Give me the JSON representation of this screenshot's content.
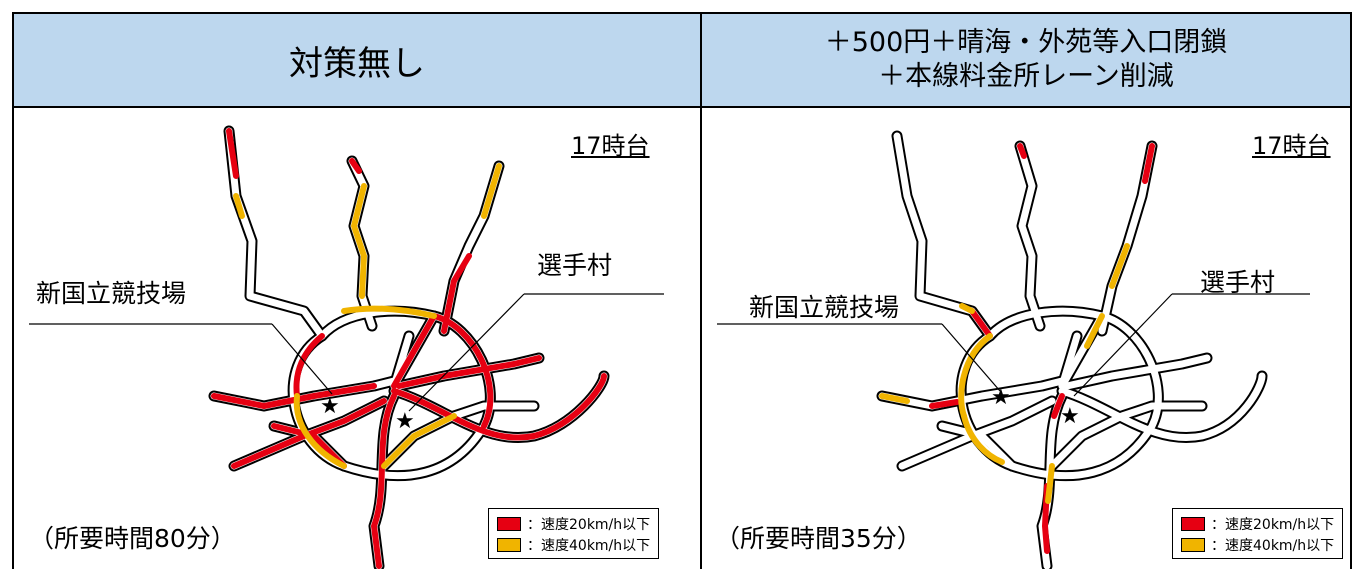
{
  "colors": {
    "header_bg": "#bdd7ee",
    "congested_red": "#e60012",
    "congested_yellow": "#f0b400"
  },
  "left": {
    "header": "対策無し",
    "time_label": "17時台",
    "venue_label": "新国立競技場",
    "village_label": "選手村",
    "required_time": "（所要時間80分）"
  },
  "right": {
    "header_line1": "＋500円＋晴海・外苑等入口閉鎖",
    "header_line2": "＋本線料金所レーン削減",
    "time_label": "17時台",
    "venue_label": "新国立競技場",
    "village_label": "選手村",
    "required_time": "（所要時間35分）"
  },
  "legend": {
    "red_label": "：速度20km/h以下",
    "yellow_label": "：速度40km/h以下"
  },
  "markers": {
    "venue_icon": "star-icon",
    "village_icon": "star-icon"
  }
}
